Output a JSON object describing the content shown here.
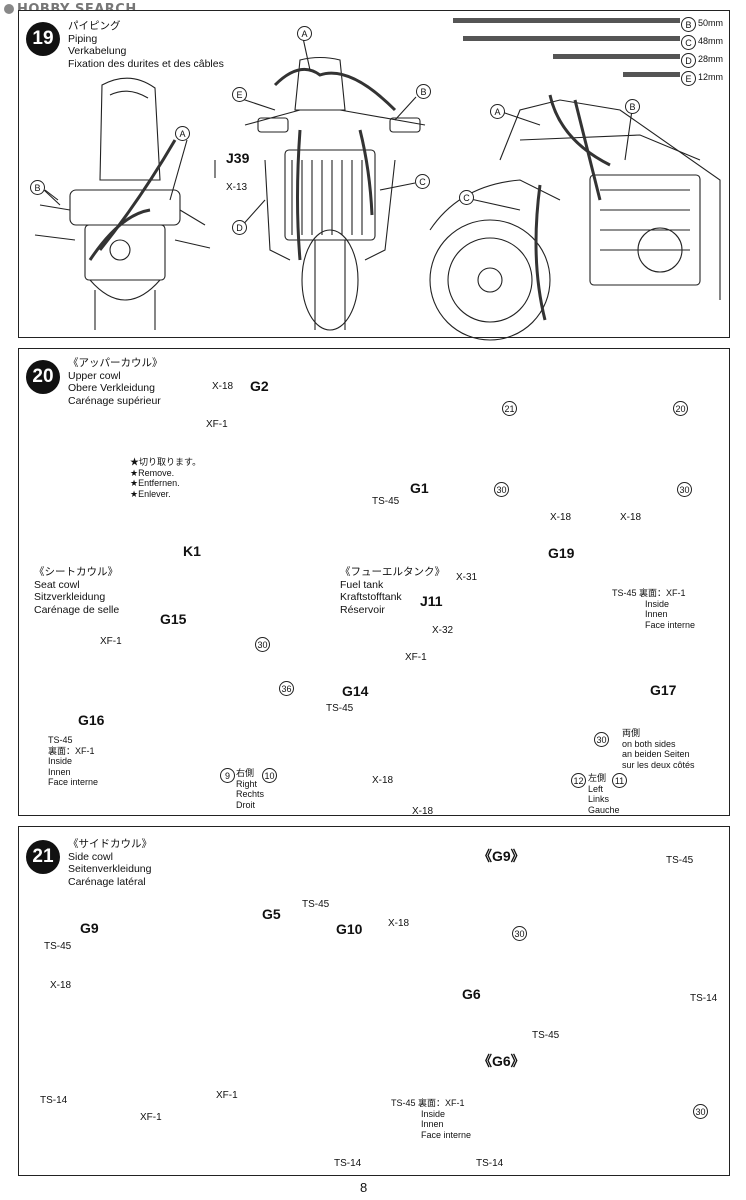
{
  "watermark": "HOBBY SEARCH",
  "page_number": "8",
  "step19": {
    "number": "19",
    "title_jp": "パイピング",
    "title_en": "Piping",
    "title_de": "Verkabelung",
    "title_fr": "Fixation des durites et des câbles",
    "legend": [
      {
        "id": "B",
        "length": "50mm"
      },
      {
        "id": "C",
        "length": "48mm"
      },
      {
        "id": "D",
        "length": "28mm"
      },
      {
        "id": "E",
        "length": "12mm"
      }
    ],
    "labels": {
      "a": "A",
      "b": "B",
      "c": "C",
      "d": "D",
      "e": "E",
      "part_j39": "J39",
      "paint_x13": "X-13"
    }
  },
  "step20": {
    "number": "20",
    "upper_cowl": {
      "jp": "《アッパーカウル》",
      "en": "Upper cowl",
      "de": "Obere Verkleidung",
      "fr": "Carénage supérieur"
    },
    "remove": {
      "jp": "★切り取ります。",
      "en": "★Remove.",
      "de": "★Entfernen.",
      "fr": "★Enlever."
    },
    "seat_cowl": {
      "jp": "《シートカウル》",
      "en": "Seat cowl",
      "de": "Sitzverkleidung",
      "fr": "Carénage de selle"
    },
    "fuel_tank": {
      "jp": "《フューエルタンク》",
      "en": "Fuel tank",
      "de": "Kraftstofftank",
      "fr": "Réservoir"
    },
    "inside": {
      "jp": "裏面：XF-1",
      "en": "Inside",
      "de": "Innen",
      "fr": "Face interne"
    },
    "right": {
      "jp": "右側",
      "en": "Right",
      "de": "Rechts",
      "fr": "Droit"
    },
    "left": {
      "jp": "左側",
      "en": "Left",
      "de": "Links",
      "fr": "Gauche"
    },
    "both": {
      "jp": "両側",
      "en": "on both sides",
      "de": "an beiden Seiten",
      "fr": "sur les deux côtés"
    },
    "parts": {
      "g1": "G1",
      "g2": "G2",
      "k1": "K1",
      "g14": "G14",
      "g15": "G15",
      "g16": "G16",
      "g17": "G17",
      "g19": "G19",
      "j11": "J11"
    },
    "paints": {
      "x18": "X-18",
      "xf1": "XF-1",
      "ts45": "TS-45",
      "x31": "X-31",
      "x32": "X-32"
    },
    "decals": {
      "d20": "20",
      "d21": "21",
      "d30": "30",
      "d36": "36",
      "d9": "9",
      "d10": "10",
      "d11": "11",
      "d12": "12"
    }
  },
  "step21": {
    "number": "21",
    "title": {
      "jp": "《サイドカウル》",
      "en": "Side cowl",
      "de": "Seitenverkleidung",
      "fr": "Carénage latéral"
    },
    "parts": {
      "g5": "G5",
      "g6": "G6",
      "g9": "G9",
      "g10": "G10"
    },
    "view_g9": "《G9》",
    "view_g6": "《G6》",
    "paints": {
      "ts45": "TS-45",
      "x18": "X-18",
      "ts14": "TS-14",
      "xf1": "XF-1"
    },
    "inside": {
      "jp": "裏面：XF-1",
      "en": "Inside",
      "de": "Innen",
      "fr": "Face interne"
    },
    "decals": {
      "d30": "30"
    }
  }
}
